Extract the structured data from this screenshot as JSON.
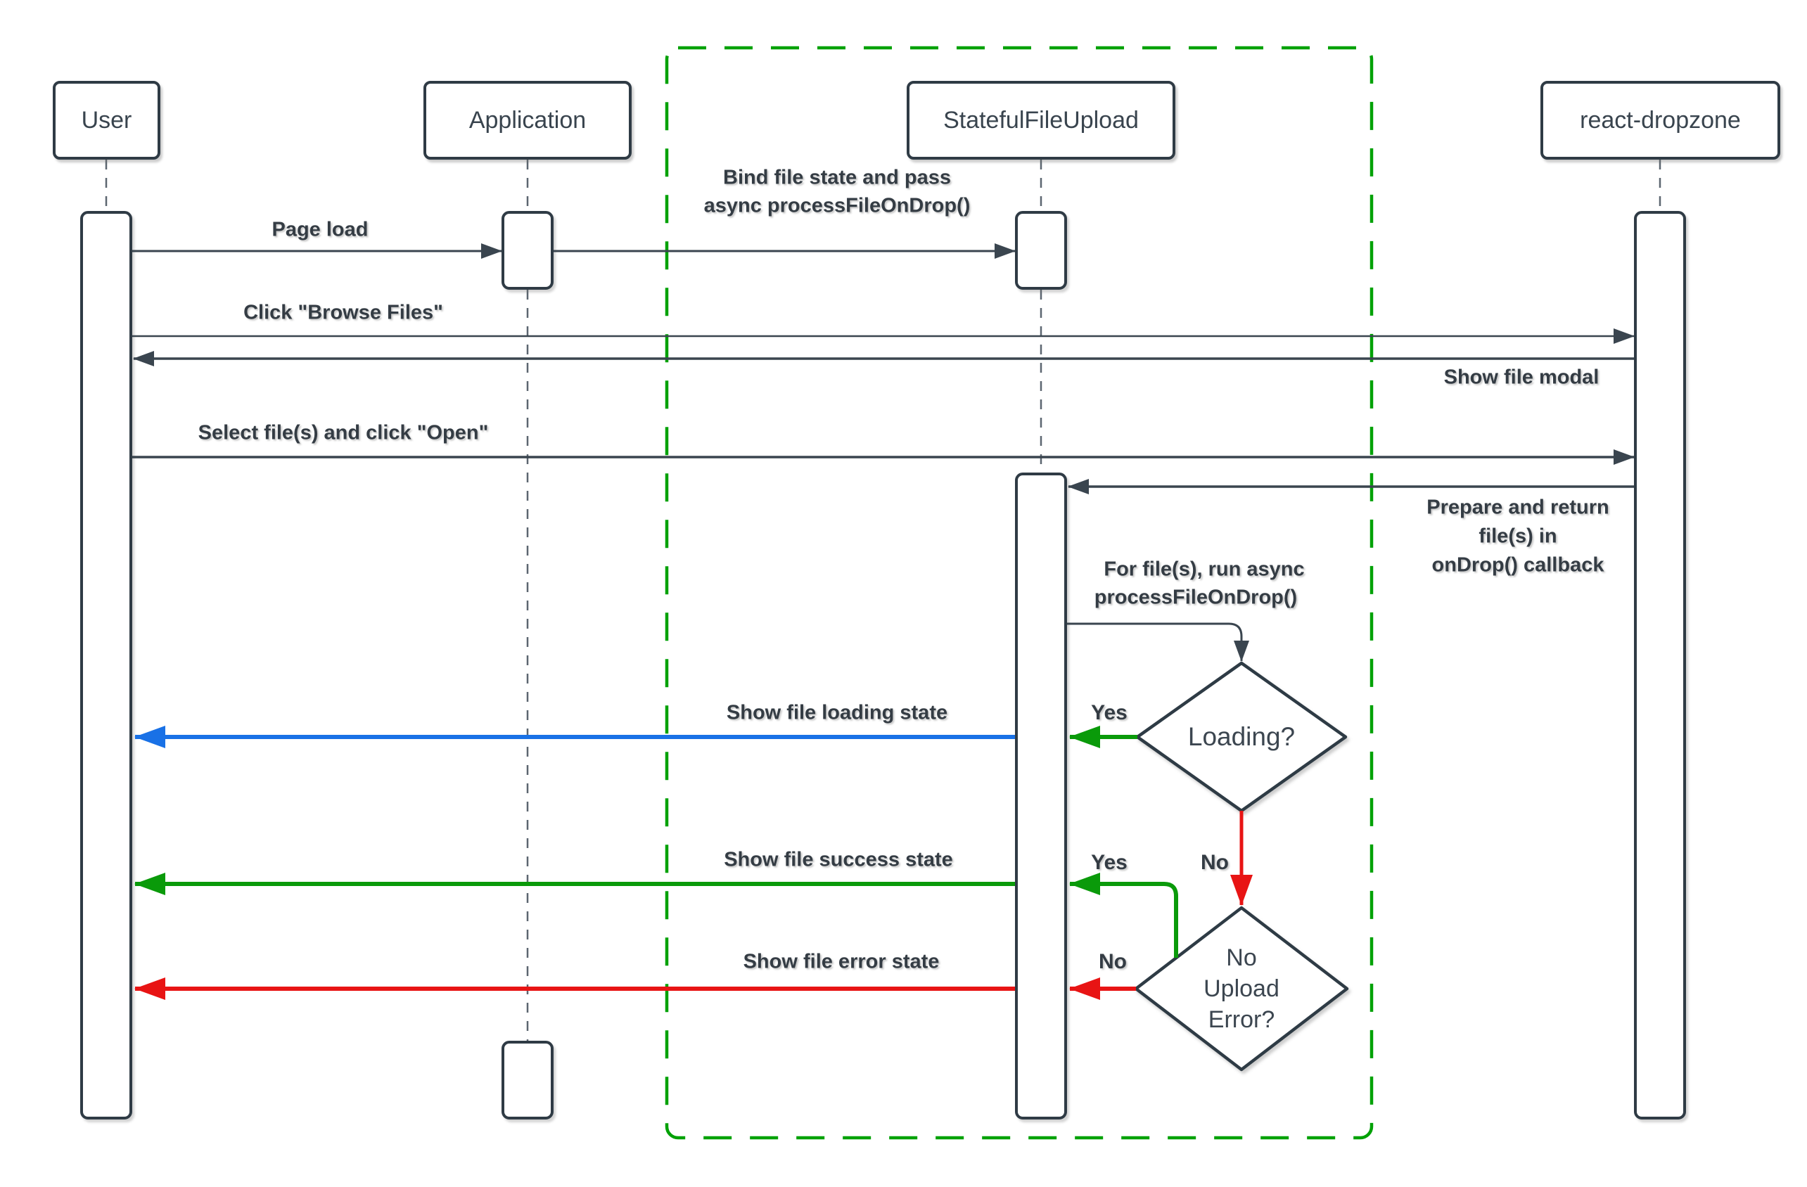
{
  "diagram": {
    "type": "sequence-diagram",
    "actors": [
      {
        "id": "user",
        "label": "User"
      },
      {
        "id": "application",
        "label": "Application"
      },
      {
        "id": "stateful-file-upload",
        "label": "StatefulFileUpload"
      },
      {
        "id": "react-dropzone",
        "label": "react-dropzone"
      }
    ],
    "messages": {
      "page_load": "Page load",
      "bind_line1": "Bind file state and pass",
      "bind_line2": "async processFileOnDrop()",
      "click_browse": "Click \"Browse Files\"",
      "show_file_modal": "Show file modal",
      "select_open": "Select file(s) and click \"Open\"",
      "prepare_line1": "Prepare and return",
      "prepare_line2": "file(s) in",
      "prepare_line3": "onDrop() callback",
      "for_files_line1": "For file(s), run async",
      "for_files_line2": "processFileOnDrop()",
      "show_loading": "Show file loading state",
      "show_success": "Show file success state",
      "show_error": "Show file error state"
    },
    "decisions": {
      "loading": {
        "label": "Loading?"
      },
      "upload_error": {
        "line1": "No",
        "line2": "Upload",
        "line3": "Error?"
      }
    },
    "branches": {
      "yes_loading": "Yes",
      "yes_success": "Yes",
      "no_branch": "No",
      "no_error": "No"
    },
    "colors": {
      "boundary_green": "#00A106",
      "arrow_green": "#0A9A0A",
      "arrow_blue": "#1971E6",
      "arrow_red": "#E81414",
      "shape_stroke": "#2F3B45",
      "label_text": "#343C44"
    }
  }
}
